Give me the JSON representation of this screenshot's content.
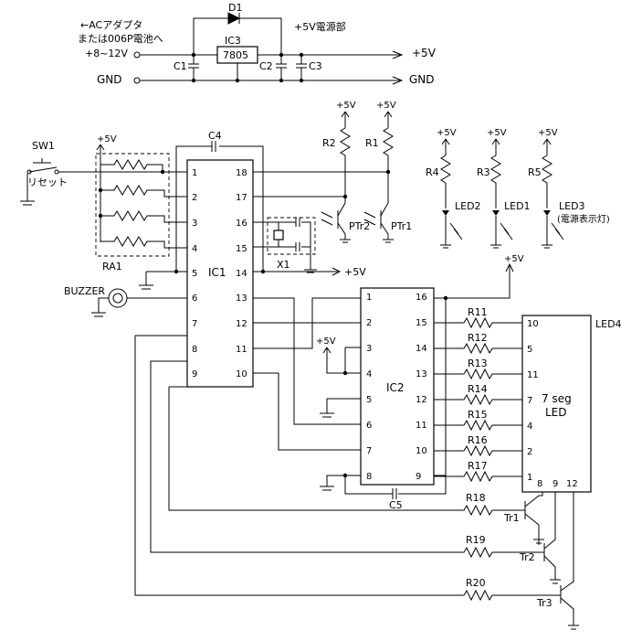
{
  "power": {
    "adapter_note_1": "←ACアダプタ",
    "adapter_note_2": "または006P電池へ",
    "input_voltage": "+8~12V",
    "section_title": "+5V電源部",
    "d1": "D1",
    "ic3": "IC3",
    "ic3_part": "7805",
    "c1": "C1",
    "c2": "C2",
    "c3": "C3",
    "gnd_left": "GND",
    "gnd_right": "GND",
    "out_5v": "+5V"
  },
  "labels": {
    "sw1": "SW1",
    "reset": "リセット",
    "plus5v": "+5V",
    "c4": "C4",
    "ra1": "RA1",
    "buzzer": "BUZZER",
    "ic1": "IC1",
    "ic2": "IC2",
    "x1": "X1",
    "c5": "C5",
    "r1": "R1",
    "r2": "R2",
    "r3": "R3",
    "r4": "R4",
    "r5": "R5",
    "ptr1": "PTr1",
    "ptr2": "PTr2",
    "led1": "LED1",
    "led2": "LED2",
    "led3": "LED3",
    "led3_note": "(電源表示灯)",
    "led4": "LED4",
    "seg_1": "7 seg",
    "seg_2": "LED",
    "tr1": "Tr1",
    "tr2": "Tr2",
    "tr3": "Tr3",
    "r11": "R11",
    "r12": "R12",
    "r13": "R13",
    "r14": "R14",
    "r15": "R15",
    "r16": "R16",
    "r17": "R17",
    "r18": "R18",
    "r19": "R19",
    "r20": "R20"
  },
  "ic1_pins_left": [
    "1",
    "2",
    "3",
    "4",
    "5",
    "6",
    "7",
    "8",
    "9"
  ],
  "ic1_pins_right": [
    "18",
    "17",
    "16",
    "15",
    "14",
    "13",
    "12",
    "11",
    "10"
  ],
  "ic2_pins_left": [
    "1",
    "2",
    "3",
    "4",
    "5",
    "6",
    "7",
    "8"
  ],
  "ic2_pins_right": [
    "16",
    "15",
    "14",
    "13",
    "12",
    "11",
    "10",
    "9"
  ],
  "led4_pins_left": [
    "10",
    "5",
    "11",
    "7",
    "4",
    "2",
    "1"
  ],
  "led4_pins_bottom": [
    "8",
    "9",
    "12"
  ]
}
